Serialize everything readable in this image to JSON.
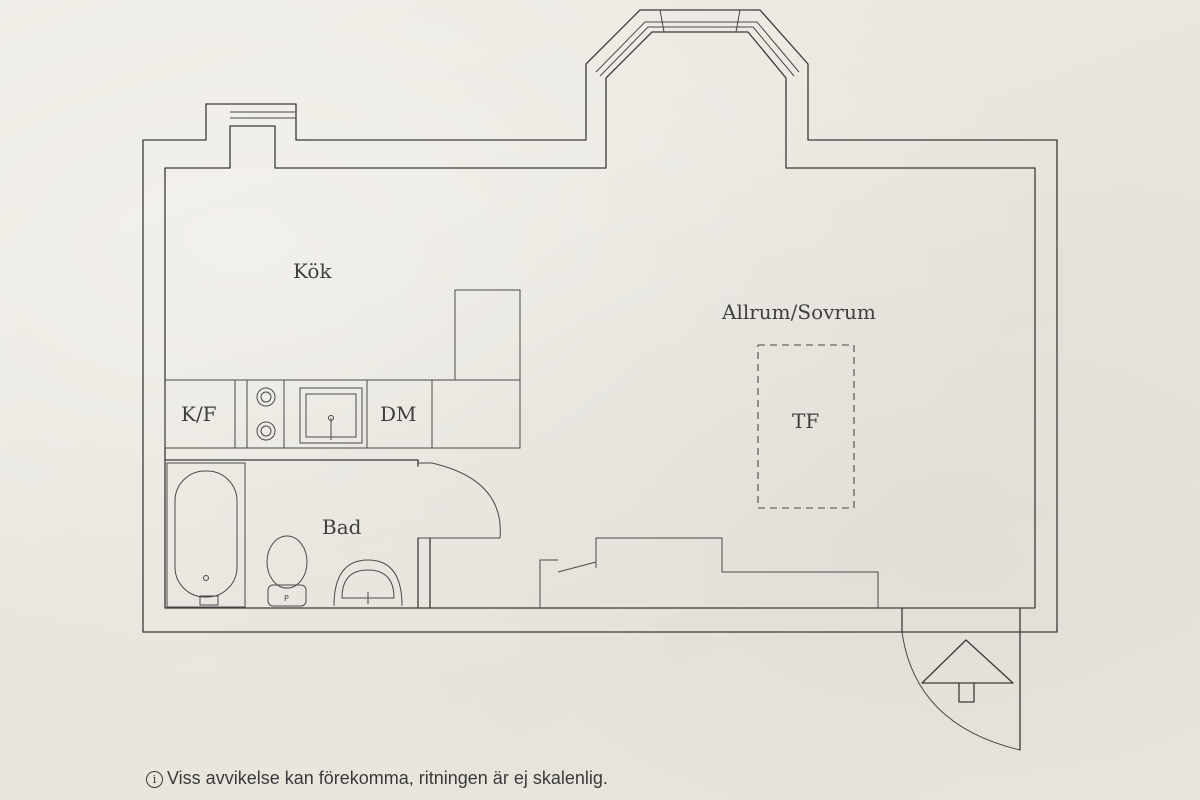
{
  "rooms": {
    "kitchen": "Kök",
    "living": "Allrum/Sovrum",
    "bath": "Bad",
    "fridge": "K/F",
    "dishwasher": "DM",
    "wardrobe": "TF"
  },
  "footer": {
    "icon": "info-icon",
    "text": "Viss avvikelse kan förekomma, ritningen är ej skalenlig."
  }
}
